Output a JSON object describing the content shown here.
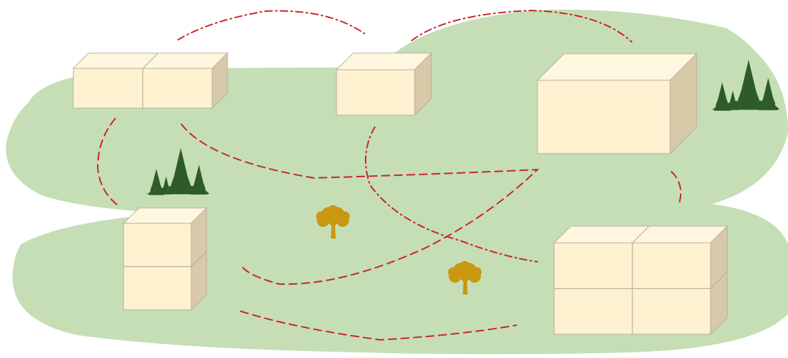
{
  "colors": {
    "background": "#ffffff",
    "ground": "#c5deb5",
    "box_front": "#fdf1cf",
    "box_top": "#fef6df",
    "box_side": "#d8c9a8",
    "box_edge": "#b8b0a0",
    "path": "#c8232c",
    "pine_tree": "#2e5b27",
    "round_tree": "#c99710"
  },
  "scene": {
    "ground_regions": 3,
    "buildings": [
      {
        "id": "building-a",
        "cells_across": 2,
        "cells_high": 1
      },
      {
        "id": "building-b",
        "cells_across": 1,
        "cells_high": 1
      },
      {
        "id": "building-c",
        "cells_across": 1,
        "cells_high": 1
      },
      {
        "id": "building-d",
        "cells_across": 1,
        "cells_high": 2
      },
      {
        "id": "building-e",
        "cells_across": 2,
        "cells_high": 2
      }
    ],
    "path_styles": [
      "dashed",
      "dash-dot"
    ],
    "tree_icons": [
      "pine-cluster-icon",
      "pine-cluster-icon",
      "round-tree-icon",
      "round-tree-icon"
    ]
  }
}
